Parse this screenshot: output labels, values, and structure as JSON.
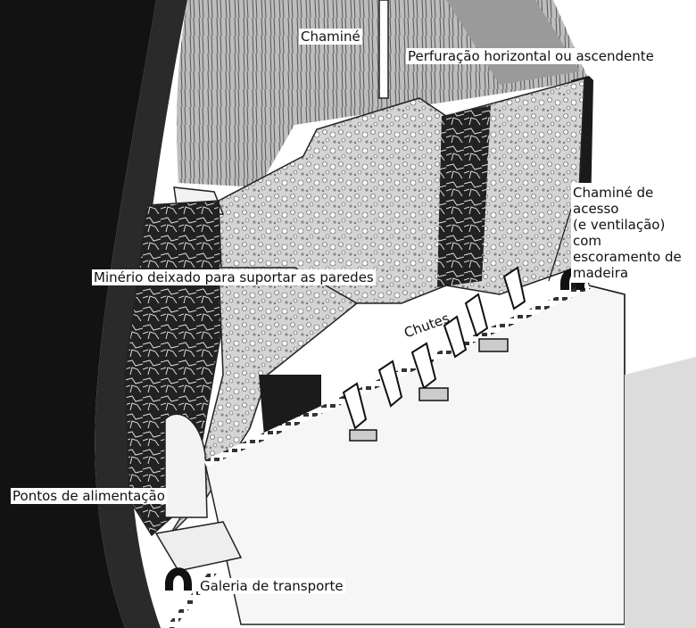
{
  "diagram": {
    "labels": {
      "chimney": "Chaminé",
      "drilling": "Perfuração horizontal ou ascendente",
      "access_chimney": [
        "Chaminé de acesso",
        "(e ventilação) com",
        "escoramento de",
        "madeira"
      ],
      "ore_pillar": "Minério deixado para suportar as paredes",
      "chutes": "Chutes",
      "feed_points": "Pontos de alimentação",
      "haulage": "Galeria de transporte"
    },
    "colors": {
      "rock": "#1a1a1a",
      "ore": "#cfcfcf",
      "timber": "#e6e6e6",
      "background": "#ffffff"
    }
  }
}
